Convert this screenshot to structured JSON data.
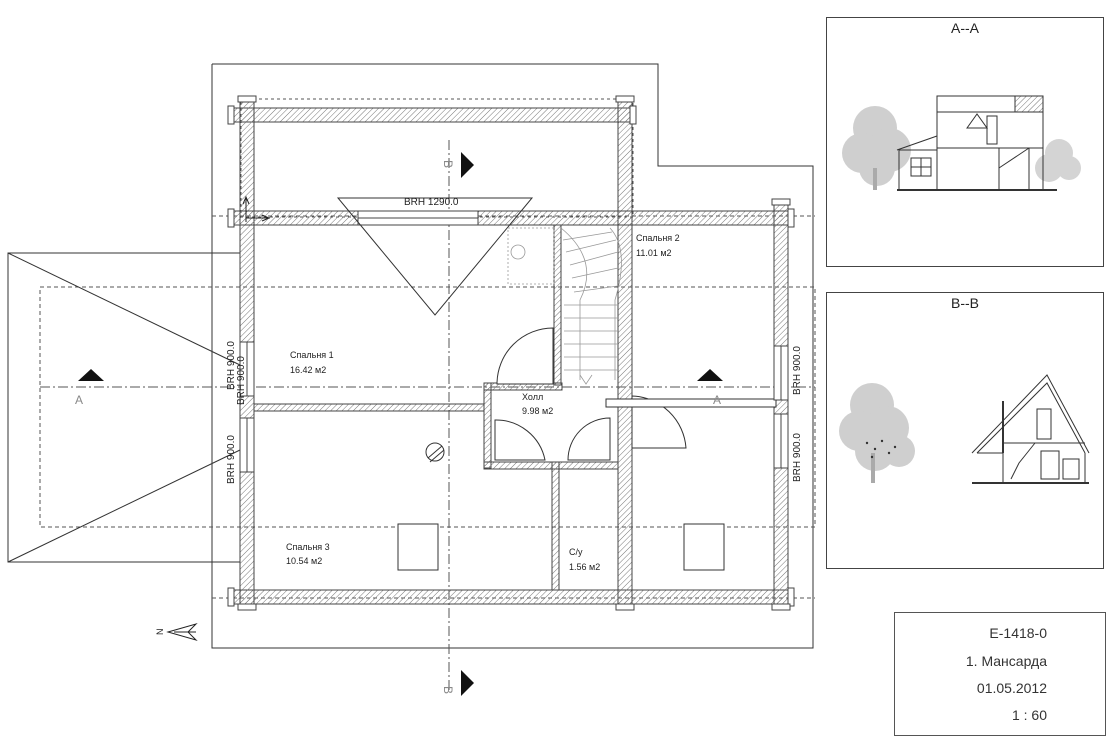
{
  "rooms": [
    {
      "name": "Спальня 1",
      "area": "16.42 м2"
    },
    {
      "name": "Спальня 2",
      "area": "11.01 м2"
    },
    {
      "name": "Спальня 3",
      "area": "10.54 м2"
    },
    {
      "name": "Холл",
      "area": "9.98 м2"
    },
    {
      "name": "С/у",
      "area": "1.56 м2"
    }
  ],
  "window_labels": {
    "top": "BRH 1290.0",
    "left_upper": "BRH 900.0",
    "left_upper_2": "BRH 900.0",
    "left_lower": "BRH 900.0",
    "right_upper": "BRH 900.0",
    "right_lower": "BRH 900.0"
  },
  "section_marks": {
    "a_left": "A",
    "a_right": "A",
    "b_top": "B",
    "b_bottom": "B"
  },
  "sections": [
    {
      "title": "A--A"
    },
    {
      "title": "B--B"
    }
  ],
  "north_label": "N",
  "title_block": {
    "code": "E-1418-0",
    "sheet": "1. Мансарда",
    "date": "01.05.2012",
    "scale": "1 : 60"
  }
}
